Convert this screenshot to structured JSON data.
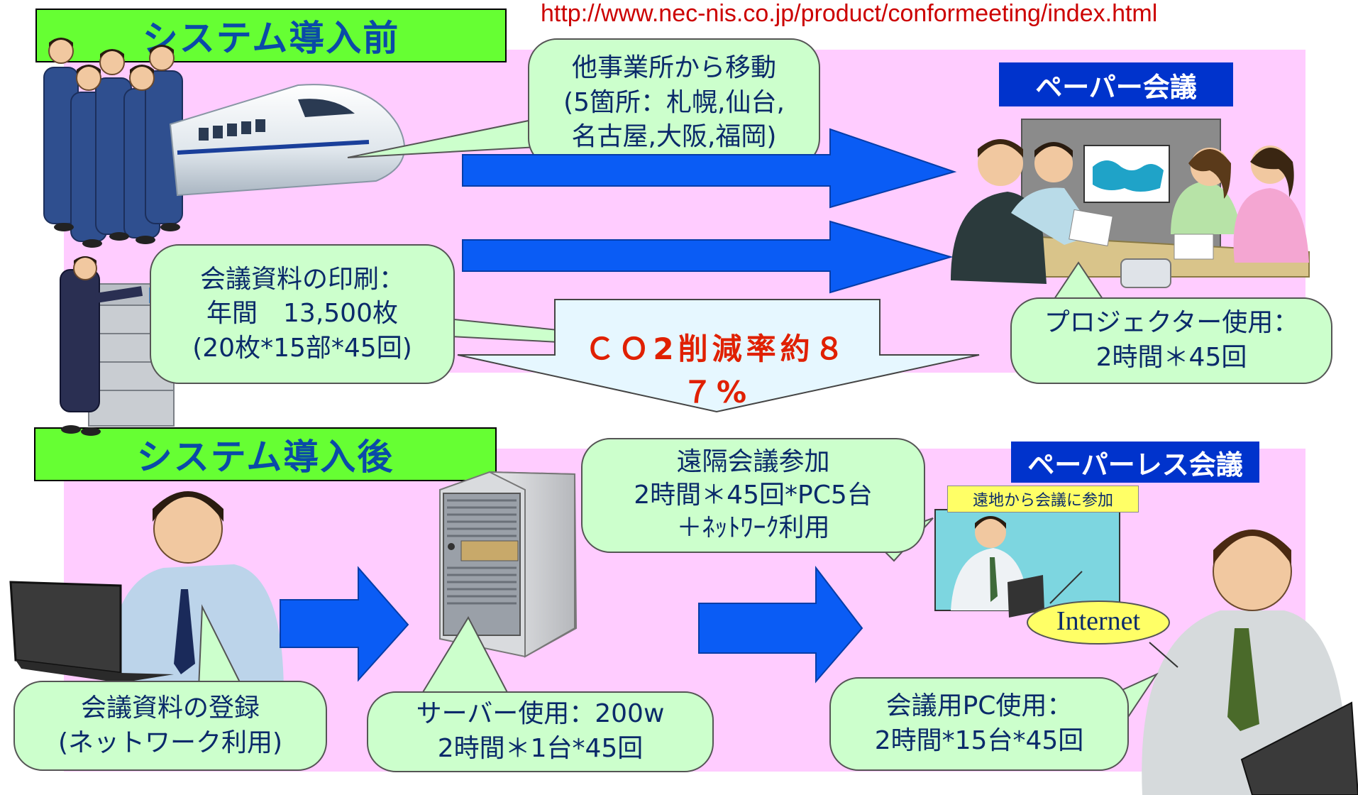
{
  "url": "http://www.nec-nis.co.jp/product/conformeeting/index.html",
  "before": {
    "label": "システム導入前",
    "travel": [
      "他事業所から移動",
      "(5箇所：札幌,仙台,",
      "名古屋,大阪,福岡)"
    ],
    "printing": [
      "会議資料の印刷：",
      "年間　13,500枚",
      "(20枚*15部*45回)"
    ],
    "meeting_label": "ペーパー会議",
    "projector": [
      "プロジェクター使用：",
      "2時間＊45回"
    ]
  },
  "reduction": "ＣＯ2削減率約８７%",
  "after": {
    "label": "システム導入後",
    "register": [
      "会議資料の登録",
      "(ネットワーク利用)"
    ],
    "server": [
      "サーバー使用：200w",
      "2時間＊1台*45回"
    ],
    "remote": [
      "遠隔会議参加",
      "2時間＊45回*PC5台",
      "＋ﾈｯﾄﾜｰｸ利用"
    ],
    "meeting_label": "ペーパーレス会議",
    "remote_tag": "遠地から会議に参加",
    "internet": "Internet",
    "pc": [
      "会議用PC使用：",
      "2時間*15台*45回"
    ]
  },
  "colors": {
    "band": "#ffccff",
    "arrow": "#0a5cf5",
    "callout": "#ccffcc",
    "label_green": "#66ff33",
    "label_blue": "#0033cc"
  }
}
